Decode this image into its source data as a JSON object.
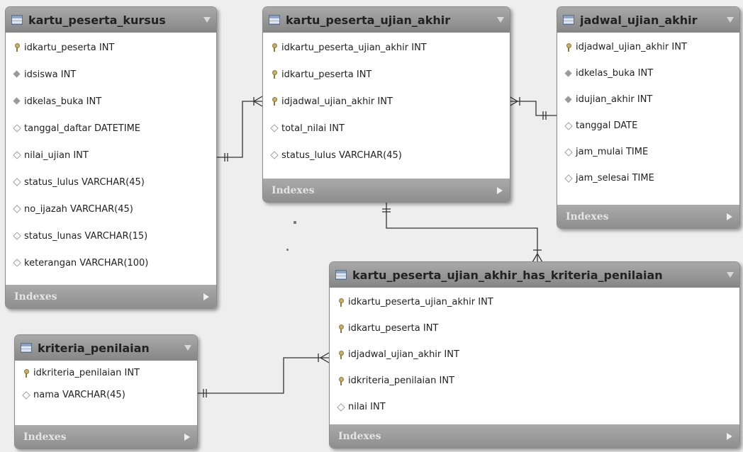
{
  "tables": [
    {
      "id": "kartu_peserta_kursus",
      "name": "kartu_peserta_kursus",
      "footer": "Indexes",
      "columns": [
        {
          "kind": "pk",
          "text": "idkartu_peserta INT"
        },
        {
          "kind": "fk",
          "text": "idsiswa INT"
        },
        {
          "kind": "fk",
          "text": "idkelas_buka INT"
        },
        {
          "kind": "attr",
          "text": "tanggal_daftar DATETIME"
        },
        {
          "kind": "attr",
          "text": "nilai_ujian INT"
        },
        {
          "kind": "attr",
          "text": "status_lulus VARCHAR(45)"
        },
        {
          "kind": "attr",
          "text": "no_ijazah VARCHAR(45)"
        },
        {
          "kind": "attr",
          "text": "status_lunas VARCHAR(15)"
        },
        {
          "kind": "attr",
          "text": "keterangan VARCHAR(100)"
        }
      ]
    },
    {
      "id": "kartu_peserta_ujian_akhir",
      "name": "kartu_peserta_ujian_akhir",
      "footer": "Indexes",
      "columns": [
        {
          "kind": "pk",
          "text": "idkartu_peserta_ujian_akhir INT"
        },
        {
          "kind": "pk",
          "text": "idkartu_peserta INT"
        },
        {
          "kind": "pk",
          "text": "idjadwal_ujian_akhir INT"
        },
        {
          "kind": "attr",
          "text": "total_nilai INT"
        },
        {
          "kind": "attr",
          "text": "status_lulus VARCHAR(45)"
        }
      ]
    },
    {
      "id": "jadwal_ujian_akhir",
      "name": "jadwal_ujian_akhir",
      "footer": "Indexes",
      "columns": [
        {
          "kind": "pk",
          "text": "idjadwal_ujian_akhir INT"
        },
        {
          "kind": "fk",
          "text": "idkelas_buka INT"
        },
        {
          "kind": "fk",
          "text": "idujian_akhir INT"
        },
        {
          "kind": "attr",
          "text": "tanggal DATE"
        },
        {
          "kind": "attr",
          "text": "jam_mulai TIME"
        },
        {
          "kind": "attr",
          "text": "jam_selesai TIME"
        }
      ]
    },
    {
      "id": "kartu_peserta_ujian_akhir_has_kriteria_penilaian",
      "name": "kartu_peserta_ujian_akhir_has_kriteria_penilaian",
      "footer": "Indexes",
      "columns": [
        {
          "kind": "pk",
          "text": "idkartu_peserta_ujian_akhir INT"
        },
        {
          "kind": "pk",
          "text": "idkartu_peserta INT"
        },
        {
          "kind": "pk",
          "text": "idjadwal_ujian_akhir INT"
        },
        {
          "kind": "pk",
          "text": "idkriteria_penilaian INT"
        },
        {
          "kind": "attr",
          "text": "nilai INT"
        }
      ]
    },
    {
      "id": "kriteria_penilaian",
      "name": "kriteria_penilaian",
      "footer": "Indexes",
      "columns": [
        {
          "kind": "pk",
          "text": "idkriteria_penilaian INT"
        },
        {
          "kind": "attr",
          "text": "nama VARCHAR(45)"
        }
      ]
    }
  ]
}
